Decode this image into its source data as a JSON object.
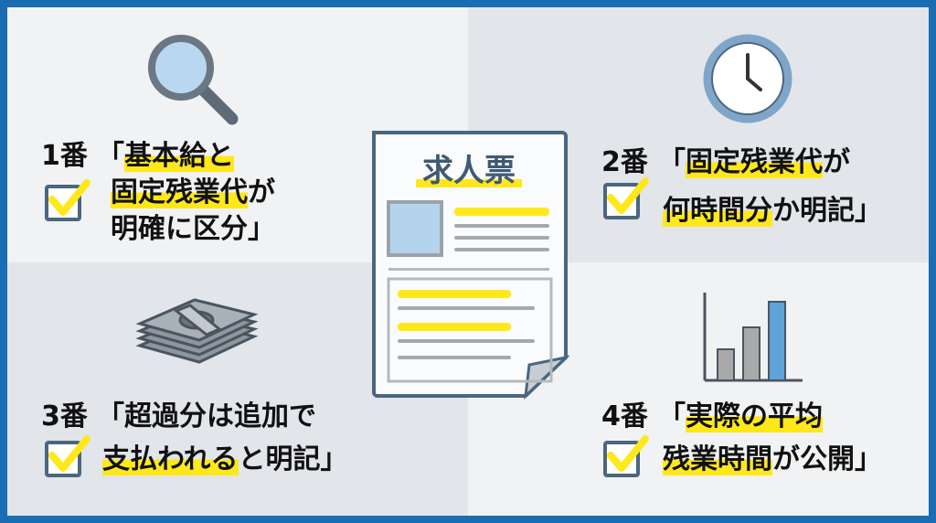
{
  "document": {
    "title": "求人票"
  },
  "items": [
    {
      "number": "1番",
      "line1": "「",
      "line1_hl": "基本給と",
      "line2_hl": "固定残業代",
      "line2": "が",
      "line3": "明確に区分」",
      "icon": "magnifier-icon"
    },
    {
      "number": "2番",
      "line1": "「",
      "line1_hl": "固定残業代",
      "line1_rest": "が",
      "line2_hl": "何時間分",
      "line2": "か明記」",
      "icon": "clock-icon"
    },
    {
      "number": "3番",
      "line1": "「超過分は追加で",
      "line2_hl": "支払われる",
      "line2": "と明記」",
      "icon": "money-stack-icon"
    },
    {
      "number": "4番",
      "line1": "「",
      "line1_hl": "実際の平均",
      "line2_hl": "残業時間",
      "line2": "が公開」",
      "icon": "bar-chart-icon"
    }
  ],
  "colors": {
    "border": "#1b6db3",
    "highlight": "#ffe81a",
    "accent": "#3f5a73"
  }
}
